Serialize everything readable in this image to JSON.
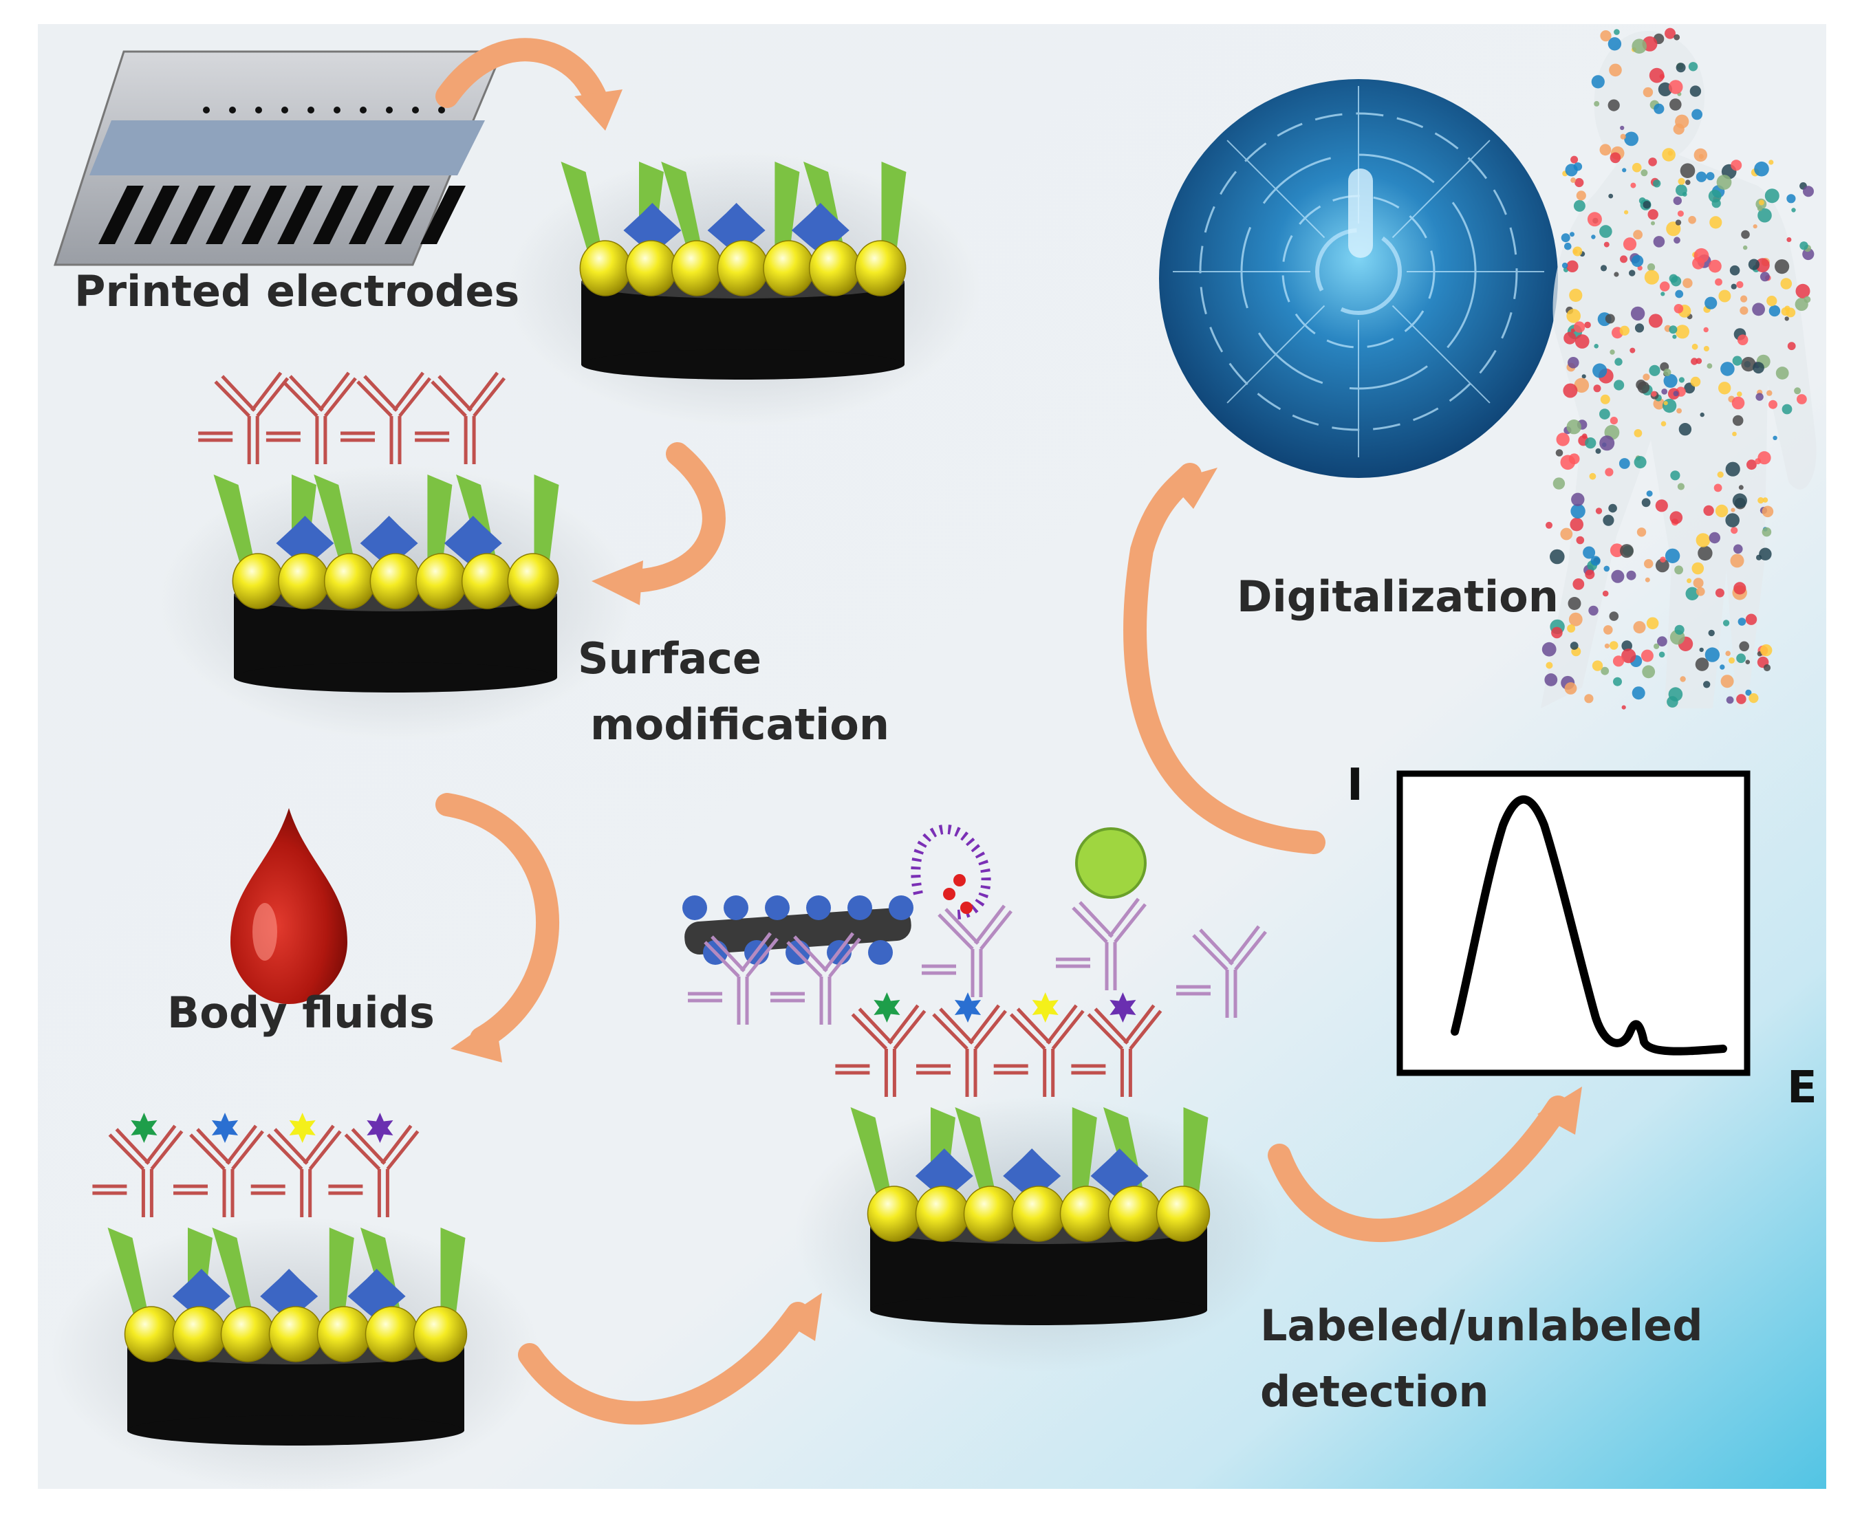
{
  "labels": {
    "printed_electrodes": "Printed electrodes",
    "surface_line1": "Surface",
    "surface_line2": "modification",
    "body_fluids": "Body fluids",
    "labeled_line1": "Labeled/unlabeled",
    "labeled_line2": "detection",
    "digitalization": "Digitalization",
    "axis_y": "I",
    "axis_x": "E"
  },
  "colors": {
    "arrow": "#f2a473",
    "electrode_base": "#0d0d0d",
    "nanoparticle": "#f2e51a",
    "linker_green": "#7cc242",
    "protein_blue": "#3c66c4",
    "antibody_red": "#c0504d",
    "antibody_purple": "#b58ac0",
    "globe_blue": "#1b6aa5",
    "voltammogram_line": "#000000"
  },
  "icons": {
    "electrode_strip": "printed-electrode-strip-icon",
    "drop": "blood-drop-icon",
    "globe": "digital-globe-icon",
    "human": "human-silhouette-icon",
    "chart": "voltammogram-icon"
  }
}
